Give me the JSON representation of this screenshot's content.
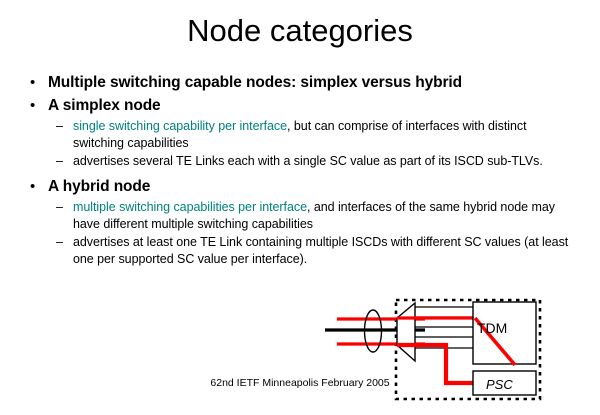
{
  "slide": {
    "title": "Node categories",
    "footer": "62nd IETF Minneapolis February 2005"
  },
  "bullets": [
    {
      "level": 1,
      "marker": "•",
      "text": "Multiple switching capable nodes: simplex versus hybrid"
    },
    {
      "level": 1,
      "marker": "•",
      "text": "A simplex node",
      "children": [
        {
          "level": 2,
          "marker": "–",
          "highlight": "single switching capability per interface",
          "rest": ", but can comprise of interfaces with distinct switching capabilities"
        },
        {
          "level": 2,
          "marker": "–",
          "highlight": "",
          "rest": "advertises several TE Links each with a single SC value as part of its ISCD sub-TLVs."
        }
      ]
    },
    {
      "level": 1,
      "marker": "•",
      "text": "A hybrid node",
      "children": [
        {
          "level": 2,
          "marker": "–",
          "highlight": "multiple switching capabilities per interface",
          "rest": ", and interfaces of the same hybrid node may have different multiple switching capabilities"
        },
        {
          "level": 2,
          "marker": "–",
          "highlight": "",
          "rest": "advertises at least one TE Link containing multiple ISCDs with different SC values (at least one per supported SC value per interface)."
        }
      ]
    }
  ],
  "diagram": {
    "node_boundary_label": "hybrid-node-boundary",
    "boxes": [
      {
        "id": "tdm",
        "label": "TDM"
      },
      {
        "id": "psc",
        "label": "PSC"
      }
    ],
    "colors": {
      "signal_red": "#ff0000",
      "line_black": "#000000",
      "highlight_teal": "#008080"
    },
    "elements": [
      "fiber-ellipse",
      "funnel-demux",
      "interface-lines",
      "dashed-node-boundary"
    ]
  }
}
